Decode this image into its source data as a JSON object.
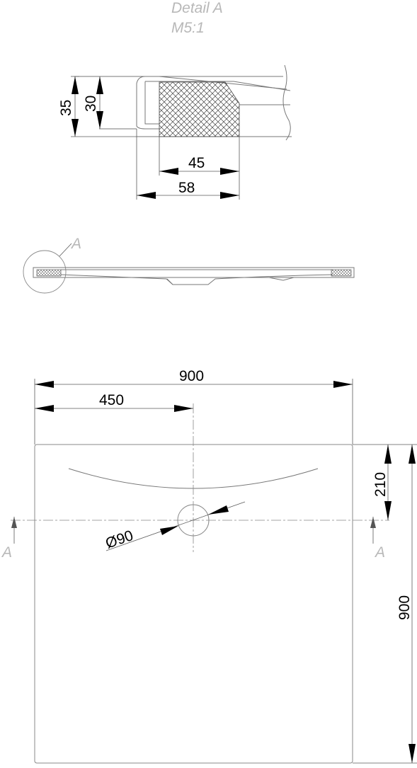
{
  "detail": {
    "title": "Detail  A",
    "scale": "M5:1",
    "dim_height_outer": "35",
    "dim_height_inner": "30",
    "dim_width_inner": "45",
    "dim_width_outer": "58"
  },
  "section_view": {
    "callout_label": "A"
  },
  "plan_view": {
    "dim_width_total": "900",
    "dim_drain_offset_x": "450",
    "dim_drain_offset_y": "210",
    "dim_depth_total": "900",
    "dim_drain_diameter": "Ø90",
    "section_marker_left": "A",
    "section_marker_right": "A"
  },
  "colors": {
    "line": "#777777",
    "text": "#000000",
    "ghost_text": "#b8b8b8"
  }
}
